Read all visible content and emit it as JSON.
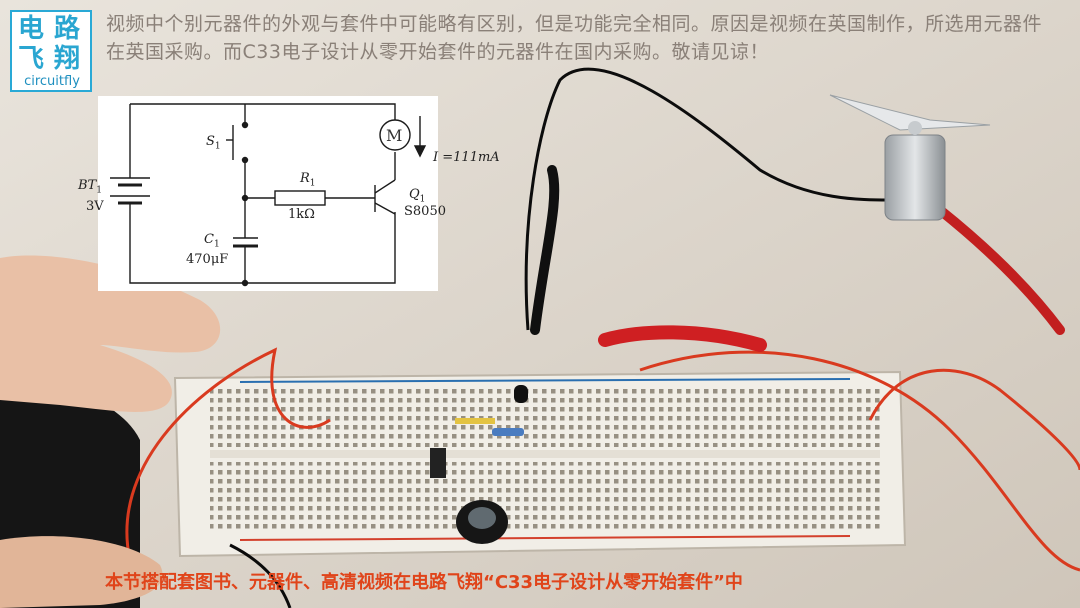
{
  "logo": {
    "c1": "电",
    "c2": "路",
    "c3": "飞",
    "c4": "翔",
    "en": "circuitfly"
  },
  "notice": "视频中个别元器件的外观与套件中可能略有区别，但是功能完全相同。原因是视频在英国制作，所选用元器件在英国采购。而C33电子设计从零开始套件的元器件在国内采购。敬请见谅！",
  "footer": "本节搭配套图书、元器件、高清视频在电路飞翔“C33电子设计从零开始套件”中",
  "schematic": {
    "switch": "S",
    "switch_sub": "1",
    "motor": "M",
    "current": "I =111mA",
    "battery": "BT",
    "battery_sub": "1",
    "battery_value": "3V",
    "resistor": "R",
    "resistor_sub": "1",
    "resistor_value": "1kΩ",
    "capacitor": "C",
    "capacitor_sub": "1",
    "capacitor_value": "470μF",
    "transistor": "Q",
    "transistor_sub": "1",
    "transistor_value": "S8050"
  }
}
